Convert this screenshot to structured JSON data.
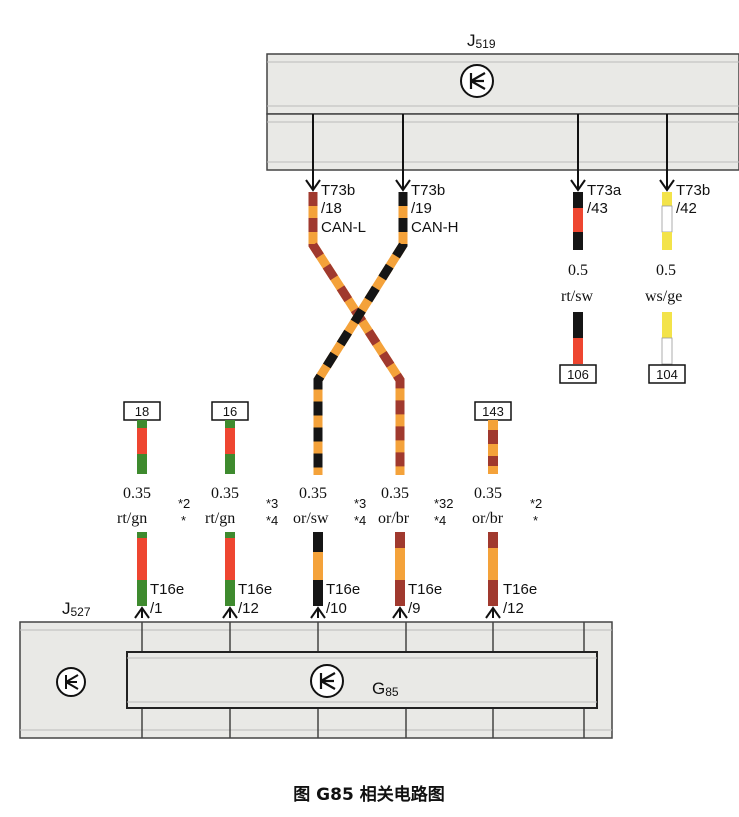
{
  "colors": {
    "housing_fill": "#e9e9e6",
    "housing_stroke": "#444444",
    "orange": "#f4a23a",
    "brown": "#a0392e",
    "black": "#151515",
    "red": "#ee4630",
    "green": "#3e8a2e",
    "yellow": "#f3e34a",
    "white": "#ffffff"
  },
  "j519": {
    "name": "J",
    "sub": "519",
    "symbol": "ground-star-icon"
  },
  "j527": {
    "name": "J",
    "sub": "527",
    "symbol": "ground-star-icon"
  },
  "g85": {
    "name": "G",
    "sub": "85",
    "symbol": "ground-star-icon"
  },
  "top_connectors": [
    {
      "pin": "T73b",
      "num": "/18",
      "signal": "CAN-L"
    },
    {
      "pin": "T73b",
      "num": "/19",
      "signal": "CAN-H"
    },
    {
      "pin": "T73a",
      "num": "/43",
      "signal": ""
    },
    {
      "pin": "T73b",
      "num": "/42",
      "signal": ""
    }
  ],
  "top_wires": [
    {
      "size": "0.5",
      "color": "rt/sw",
      "ref": "106"
    },
    {
      "size": "0.5",
      "color": "ws/ge",
      "ref": "104"
    }
  ],
  "bottom_wires": [
    {
      "ref": "18",
      "size": "0.35",
      "color": "rt/gn",
      "note1": "*2",
      "note2": "*",
      "pin": "T16e",
      "num": "/1"
    },
    {
      "ref": "16",
      "size": "0.35",
      "color": "rt/gn",
      "note1": "*3",
      "note2": "*4",
      "pin": "T16e",
      "num": "/12"
    },
    {
      "ref": "",
      "size": "0.35",
      "color": "or/sw",
      "note1": "*3",
      "note2": "*4",
      "pin": "T16e",
      "num": "/10"
    },
    {
      "ref": "",
      "size": "0.35",
      "color": "or/br",
      "note1": "*32",
      "note2": "*4",
      "pin": "T16e",
      "num": "/9"
    },
    {
      "ref": "143",
      "size": "0.35",
      "color": "or/br",
      "note1": "*2",
      "note2": "*",
      "pin": "T16e",
      "num": "/12"
    }
  ],
  "caption": "图 G85 相关电路图"
}
